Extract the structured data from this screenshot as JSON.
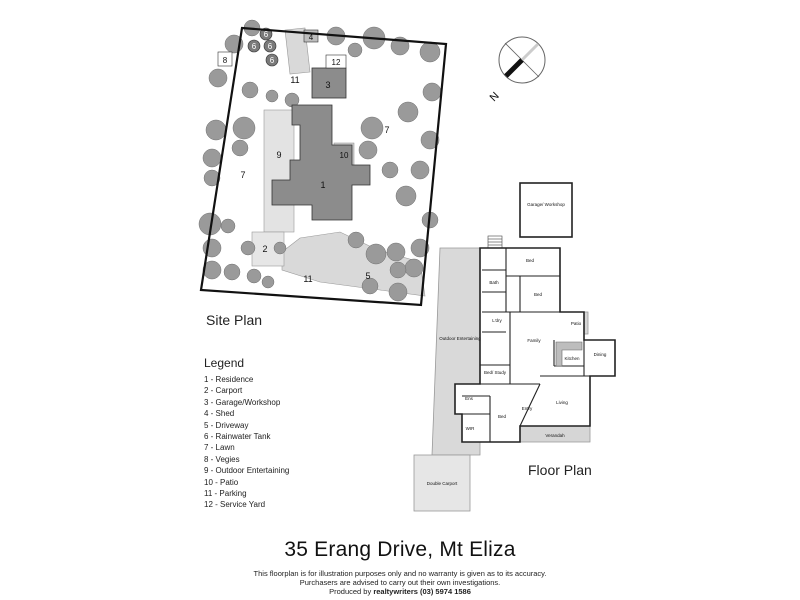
{
  "site_plan": {
    "title": "Site Plan",
    "area_labels": [
      "1",
      "2",
      "3",
      "4",
      "5",
      "6",
      "6",
      "6",
      "6",
      "7",
      "7",
      "8",
      "9",
      "10",
      "11",
      "11",
      "12"
    ]
  },
  "floor_plan": {
    "title": "Floor Plan",
    "rooms": {
      "garage": "Garage/ Workshop",
      "bed1": "Bed",
      "bed2": "Bed",
      "bath": "Bath",
      "ldry": "L'dry",
      "family": "Family",
      "patio": "Patio",
      "kitchen": "Kitchen",
      "dining": "Dining",
      "study": "Bed/ Study",
      "ens": "Ens",
      "bed3": "Bed",
      "living": "Living",
      "entry": "Entry",
      "wir": "WIR",
      "verandah": "Verandah",
      "outdoor": "Outdoor Entertaining",
      "carport": "Double Carport"
    }
  },
  "compass": {
    "label": "N",
    "icon": "north-arrow-icon"
  },
  "legend": {
    "title": "Legend",
    "items": [
      "1 - Residence",
      "2 - Carport",
      "3 - Garage/Workshop",
      "4 - Shed",
      "5 - Driveway",
      "6 - Rainwater Tank",
      "7 - Lawn",
      "8 - Vegies",
      "9 - Outdoor Entertaining",
      "10 - Patio",
      "11 - Parking",
      "12 - Service Yard"
    ]
  },
  "address": "35 Erang Drive, Mt Eliza",
  "disclaimer": {
    "line1": "This floorplan is for illustration purposes only and no warranty is given as to its accuracy.",
    "line2": "Purchasers are advised to carry out their own investigations.",
    "produced_prefix": "Produced by ",
    "producer": "realtywriters (03) 5974 1586"
  },
  "colors": {
    "building": "#8c8c8c",
    "tree": "#9a9a9a",
    "line": "#222222",
    "paving": "#d9d9d9"
  }
}
